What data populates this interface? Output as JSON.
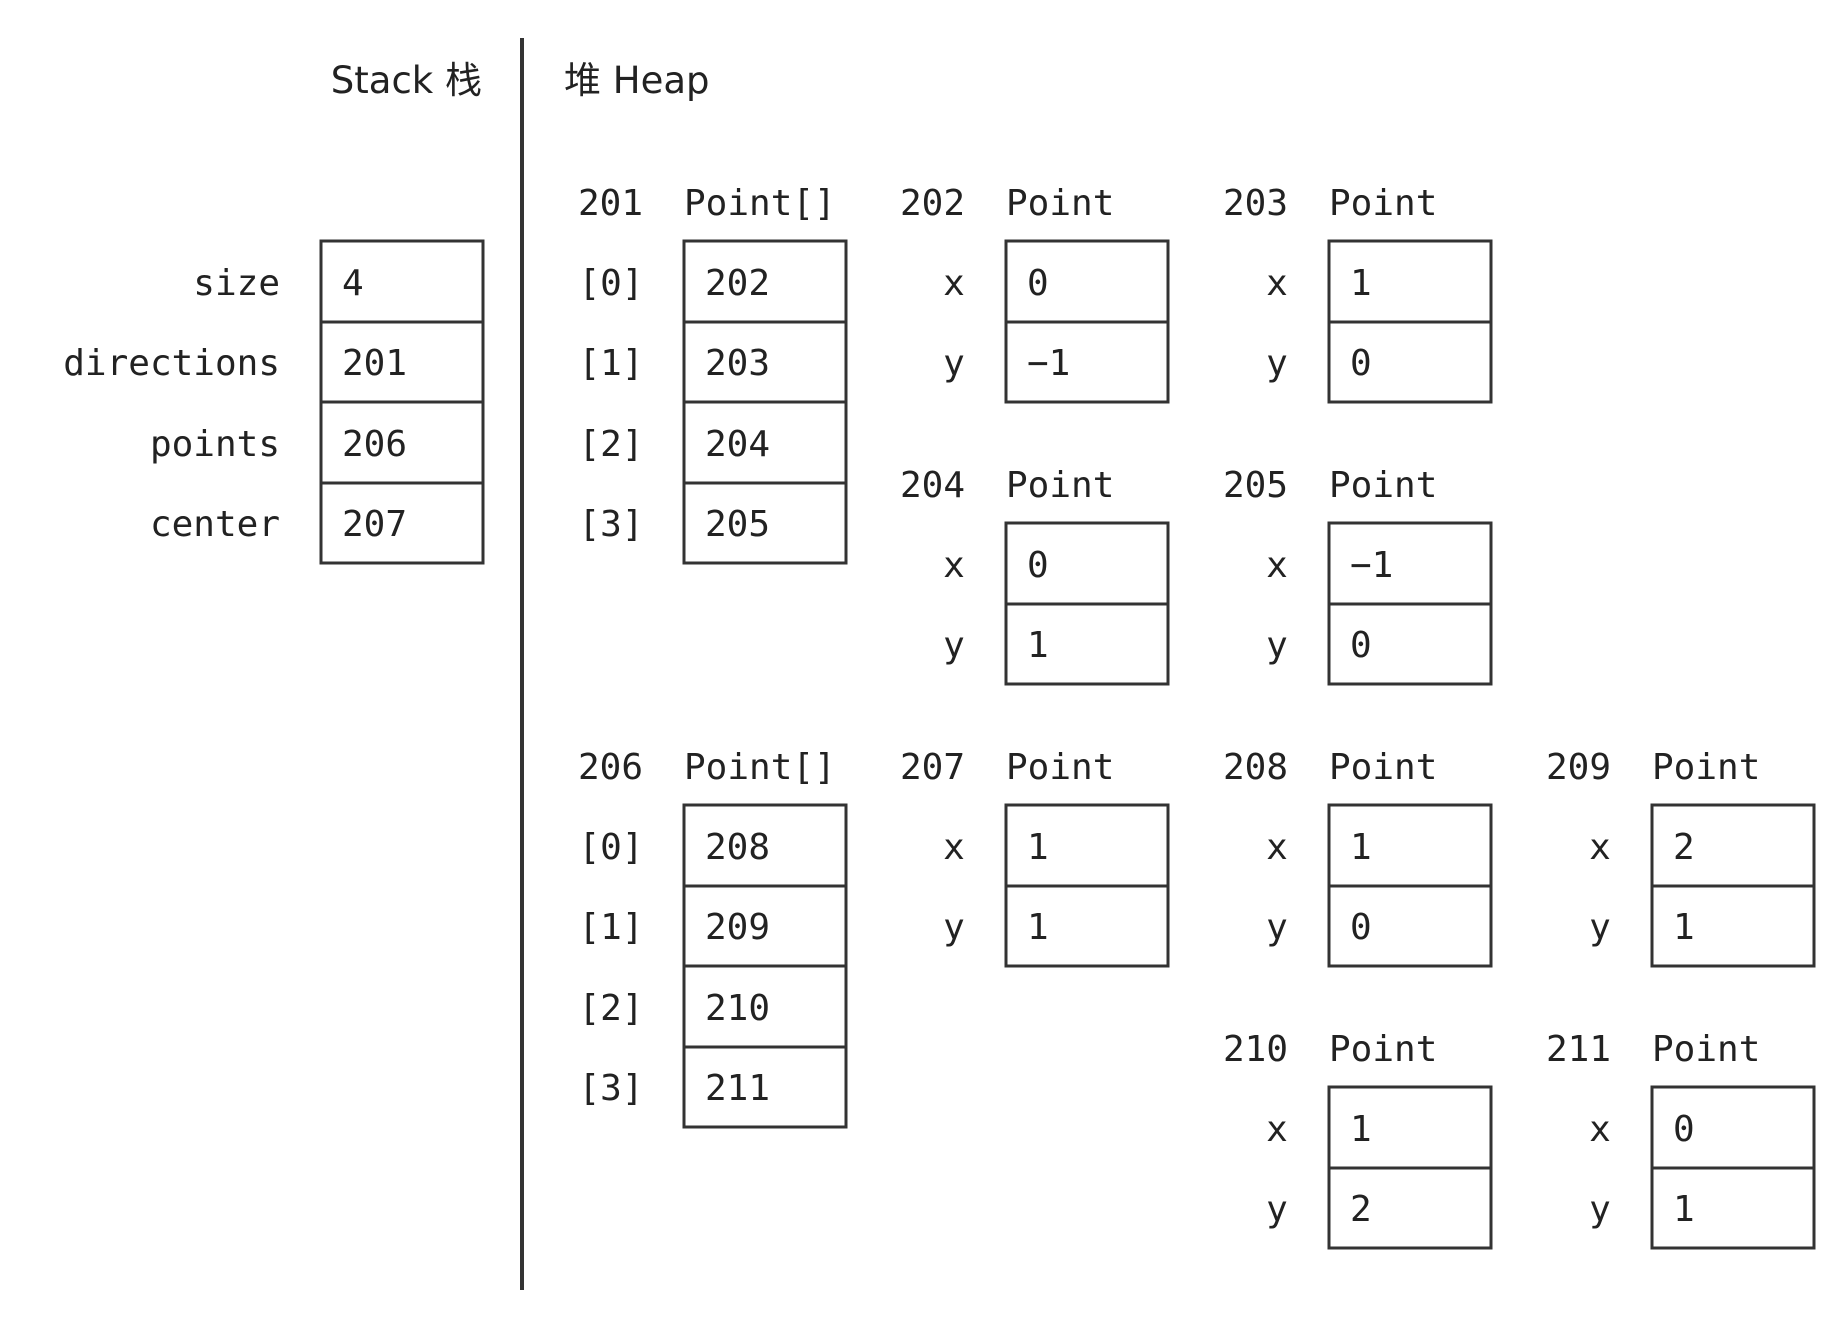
{
  "stack": {
    "title": "Stack 栈",
    "vars": [
      {
        "name": "size",
        "value": "4"
      },
      {
        "name": "directions",
        "value": "201"
      },
      {
        "name": "points",
        "value": "206"
      },
      {
        "name": "center",
        "value": "207"
      }
    ]
  },
  "heap": {
    "title": "堆 Heap",
    "arrays": [
      {
        "address": "201",
        "type": "Point[]",
        "indices": [
          "[0]",
          "[1]",
          "[2]",
          "[3]"
        ],
        "values": [
          "202",
          "203",
          "204",
          "205"
        ]
      },
      {
        "address": "206",
        "type": "Point[]",
        "indices": [
          "[0]",
          "[1]",
          "[2]",
          "[3]"
        ],
        "values": [
          "208",
          "209",
          "210",
          "211"
        ]
      }
    ],
    "points": [
      {
        "address": "202",
        "type": "Point",
        "fields": [
          {
            "name": "x",
            "value": "0"
          },
          {
            "name": "y",
            "value": "−1"
          }
        ]
      },
      {
        "address": "203",
        "type": "Point",
        "fields": [
          {
            "name": "x",
            "value": "1"
          },
          {
            "name": "y",
            "value": "0"
          }
        ]
      },
      {
        "address": "204",
        "type": "Point",
        "fields": [
          {
            "name": "x",
            "value": "0"
          },
          {
            "name": "y",
            "value": "1"
          }
        ]
      },
      {
        "address": "205",
        "type": "Point",
        "fields": [
          {
            "name": "x",
            "value": "−1"
          },
          {
            "name": "y",
            "value": "0"
          }
        ]
      },
      {
        "address": "207",
        "type": "Point",
        "fields": [
          {
            "name": "x",
            "value": "1"
          },
          {
            "name": "y",
            "value": "1"
          }
        ]
      },
      {
        "address": "208",
        "type": "Point",
        "fields": [
          {
            "name": "x",
            "value": "1"
          },
          {
            "name": "y",
            "value": "0"
          }
        ]
      },
      {
        "address": "209",
        "type": "Point",
        "fields": [
          {
            "name": "x",
            "value": "2"
          },
          {
            "name": "y",
            "value": "1"
          }
        ]
      },
      {
        "address": "210",
        "type": "Point",
        "fields": [
          {
            "name": "x",
            "value": "1"
          },
          {
            "name": "y",
            "value": "2"
          }
        ]
      },
      {
        "address": "211",
        "type": "Point",
        "fields": [
          {
            "name": "x",
            "value": "0"
          },
          {
            "name": "y",
            "value": "1"
          }
        ]
      }
    ]
  }
}
